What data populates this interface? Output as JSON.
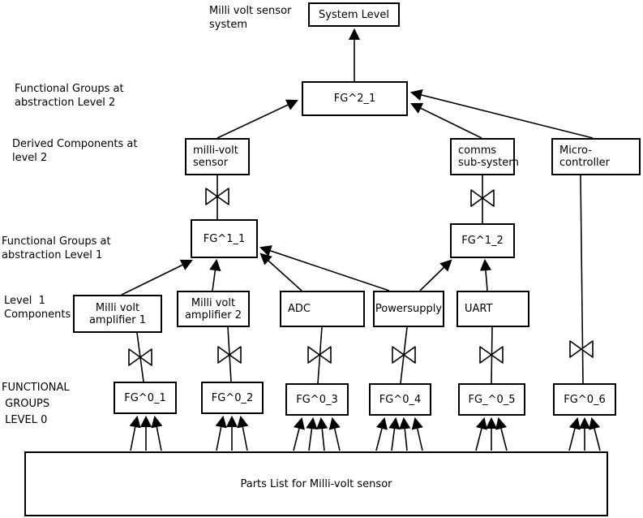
{
  "diagram": {
    "note": "Milli volt sensor\nsystem",
    "side_labels": {
      "level2_groups": "Functional Groups at\nabstraction Level 2",
      "derived_components": "Derived Components at\nlevel 2",
      "level1_groups": "Functional Groups at\nabstraction Level 1",
      "level1_components": "Level  1\nComponents",
      "level0_groups": "FUNCTIONAL\n GROUPS\n LEVEL 0"
    },
    "nodes": {
      "system_level": "System Level",
      "fg2_1": "FG^2_1",
      "millivolt_sensor": "milli-volt\nsensor",
      "comms_subsystem": "comms\nsub-system",
      "microcontroller": "Micro-\ncontroller",
      "fg1_1": "FG^1_1",
      "fg1_2": "FG^1_2",
      "amp1": "Milli volt\namplifier 1",
      "amp2": "Milli volt\namplifier 2",
      "adc": "ADC",
      "powersupply": "Powersupply",
      "uart": "UART",
      "fg0_1": "FG^0_1",
      "fg0_2": "FG^0_2",
      "fg0_3": "FG^0_3",
      "fg0_4": "FG^0_4",
      "fg0_5": "FG_^0_5",
      "fg0_6": "FG^0_6",
      "parts_list": "Parts List for Milli-volt sensor"
    },
    "edges": [
      {
        "from": "fg2_1",
        "to": "system_level",
        "type": "arrow"
      },
      {
        "from": "millivolt_sensor",
        "to": "fg2_1",
        "type": "arrow"
      },
      {
        "from": "comms_subsystem",
        "to": "fg2_1",
        "type": "arrow"
      },
      {
        "from": "microcontroller",
        "to": "fg2_1",
        "type": "arrow"
      },
      {
        "from": "millivolt_sensor",
        "to": "fg1_1",
        "type": "bowtie"
      },
      {
        "from": "comms_subsystem",
        "to": "fg1_2",
        "type": "bowtie"
      },
      {
        "from": "amp1",
        "to": "fg1_1",
        "type": "arrow"
      },
      {
        "from": "amp2",
        "to": "fg1_1",
        "type": "arrow"
      },
      {
        "from": "adc",
        "to": "fg1_1",
        "type": "arrow"
      },
      {
        "from": "powersupply",
        "to": "fg1_1",
        "type": "arrow"
      },
      {
        "from": "powersupply",
        "to": "fg1_2",
        "type": "arrow"
      },
      {
        "from": "uart",
        "to": "fg1_2",
        "type": "arrow"
      },
      {
        "from": "amp1",
        "to": "fg0_1",
        "type": "bowtie"
      },
      {
        "from": "amp2",
        "to": "fg0_2",
        "type": "bowtie"
      },
      {
        "from": "adc",
        "to": "fg0_3",
        "type": "bowtie"
      },
      {
        "from": "powersupply",
        "to": "fg0_4",
        "type": "bowtie"
      },
      {
        "from": "uart",
        "to": "fg0_5",
        "type": "bowtie"
      },
      {
        "from": "microcontroller",
        "to": "fg0_6",
        "type": "bowtie"
      },
      {
        "from": "parts_list",
        "to": "fg0_1",
        "type": "arrow"
      },
      {
        "from": "parts_list",
        "to": "fg0_2",
        "type": "arrow"
      },
      {
        "from": "parts_list",
        "to": "fg0_3",
        "type": "arrow"
      },
      {
        "from": "parts_list",
        "to": "fg0_4",
        "type": "arrow"
      },
      {
        "from": "parts_list",
        "to": "fg0_5",
        "type": "arrow"
      },
      {
        "from": "parts_list",
        "to": "fg0_6",
        "type": "arrow"
      }
    ],
    "colors": {
      "line": "#000000",
      "background": "#ffffff",
      "box_fill": "#ffffff"
    }
  }
}
